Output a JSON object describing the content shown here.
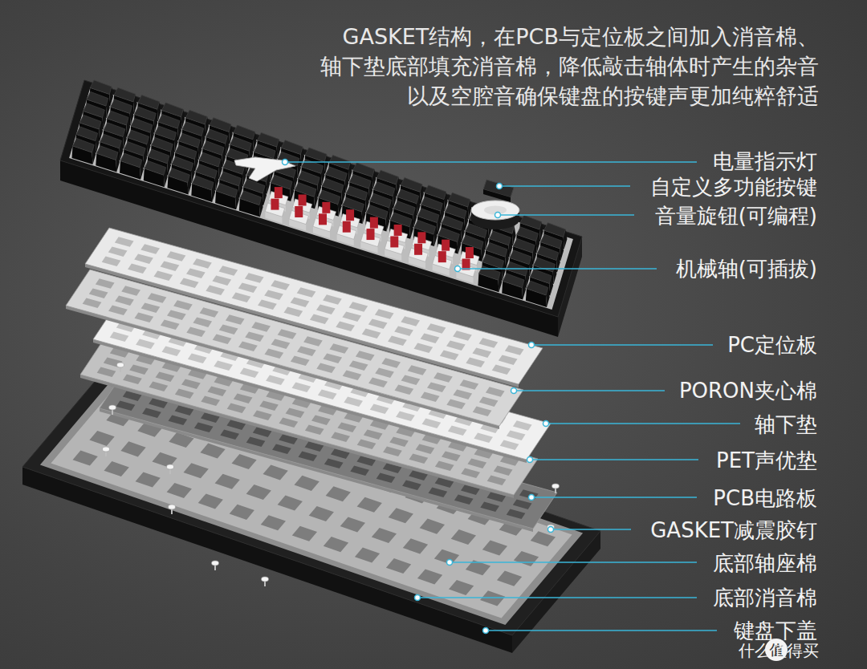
{
  "diagram": {
    "title": "GASKET结构，在PCB与定位板之间加入消音棉、 轴下垫底部填充消音棉，降低敲击轴体时产生的杂音 以及空腔音确保键盘的按键声更加纯粹舒适",
    "labels": [
      "电量指示灯",
      "自定义多功能按键",
      "音量旋钮(可编程)",
      "机械轴(可插拔)",
      "PC定位板",
      "PORON夹心棉",
      "轴下垫",
      "PET声优垫",
      "PCB电路板",
      "GASKET减震胶钉",
      "底部轴座棉",
      "底部消音棉",
      "键盘下盖",
      "值",
      "什么值得买"
    ]
  }
}
